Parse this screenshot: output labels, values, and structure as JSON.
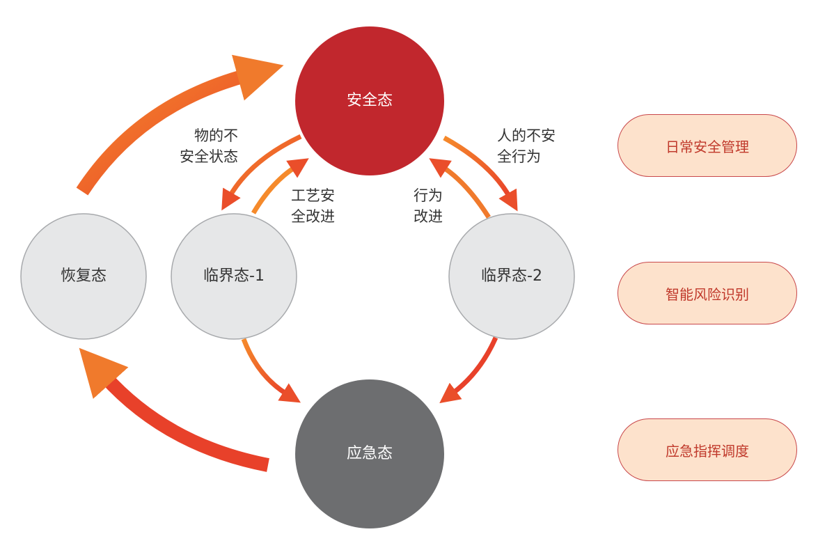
{
  "nodes": {
    "safe": "安全态",
    "critical1": "临界态-1",
    "critical2": "临界态-2",
    "recovery": "恢复态",
    "emergency": "应急态"
  },
  "labels": {
    "unsafe_object": "物的不\n安全状态",
    "unsafe_behavior": "人的不安\n全行为",
    "process_improve": "工艺安\n全改进",
    "behavior_improve": "行为\n改进"
  },
  "pills": [
    "日常安全管理",
    "智能风险识别",
    "应急指挥调度"
  ],
  "colors": {
    "safe": "#c1272d",
    "critical": "#e6e7e8",
    "emergency": "#6d6e70",
    "arrow_start": "#f58a2b",
    "arrow_end": "#e8412a",
    "pill_fill": "#fde2cc",
    "pill_border": "#c8474a"
  }
}
